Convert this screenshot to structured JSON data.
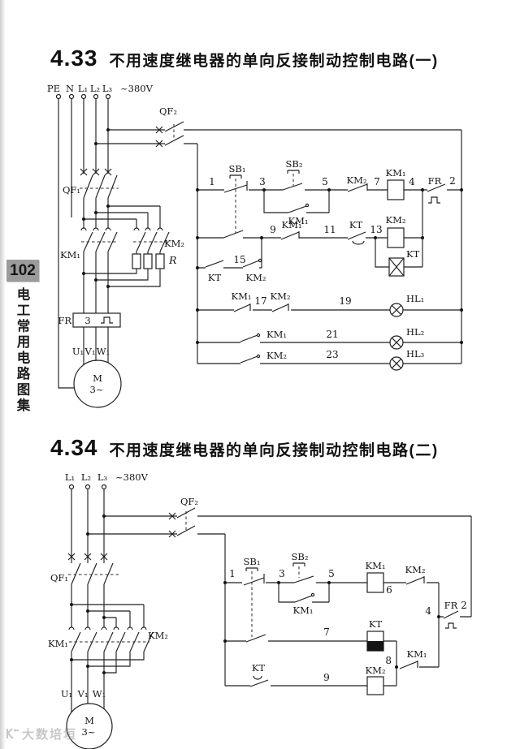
{
  "page": {
    "number": "102",
    "sidebar_title": "电工常用电路图集",
    "watermark": "大数培垣"
  },
  "fig1": {
    "number": "4.33",
    "title": "不用速度继电器的单向反接制动控制电路(一)"
  },
  "fig2": {
    "number": "4.34",
    "title": "不用速度继电器的单向反接制动控制电路(二)"
  },
  "sym": {
    "pe": "PE",
    "n": "N",
    "l1": "L₁",
    "l2": "L₂",
    "l3": "L₃",
    "volt": "~380V",
    "qf1": "QF₁",
    "qf2": "QF₂",
    "km1": "KM₁",
    "km2": "KM₂",
    "kt": "KT",
    "sb1": "SB₁",
    "sb2": "SB₂",
    "fr": "FR",
    "r": "R",
    "frbox": "3",
    "m": "M",
    "three": "3~",
    "u1": "U₁",
    "v1": "V₁",
    "w1": "W₁",
    "hl1": "HL₁",
    "hl2": "HL₂",
    "hl3": "HL₃"
  },
  "num": {
    "n1": "1",
    "n2": "2",
    "n3": "3",
    "n4": "4",
    "n5": "5",
    "n6": "6",
    "n7": "7",
    "n8": "8",
    "n9": "9",
    "n11": "11",
    "n13": "13",
    "n15": "15",
    "n17": "17",
    "n19": "19",
    "n21": "21",
    "n23": "23"
  }
}
